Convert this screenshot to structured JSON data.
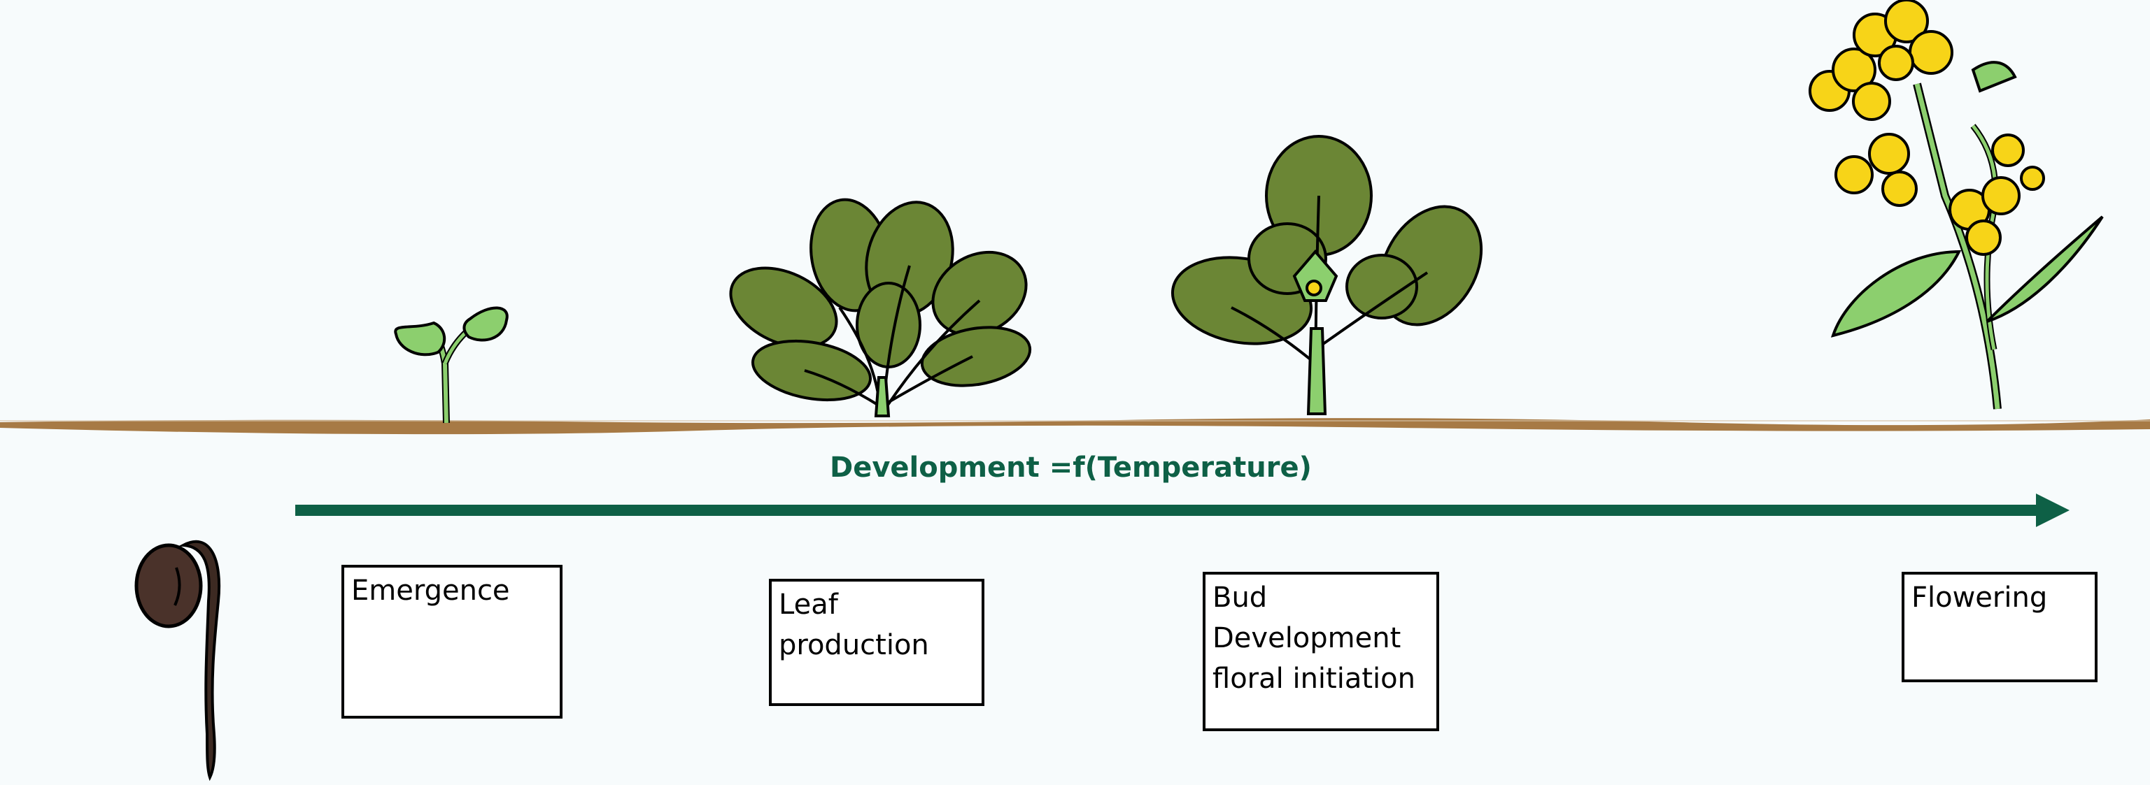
{
  "diagram": {
    "title": "Development =f(Temperature)",
    "stages": [
      {
        "lines": [
          "Emergence"
        ]
      },
      {
        "lines": [
          "Leaf",
          "production"
        ]
      },
      {
        "lines": [
          "Bud",
          "Development",
          "floral initiation"
        ]
      },
      {
        "lines": [
          "Flowering"
        ]
      }
    ]
  },
  "colors": {
    "arrow": "#0e6046",
    "soil": "#a77a45",
    "leaf_dark": "#6b8635",
    "leaf_light": "#8ccf6e",
    "flower": "#f7d418",
    "seed": "#3d2a22"
  }
}
